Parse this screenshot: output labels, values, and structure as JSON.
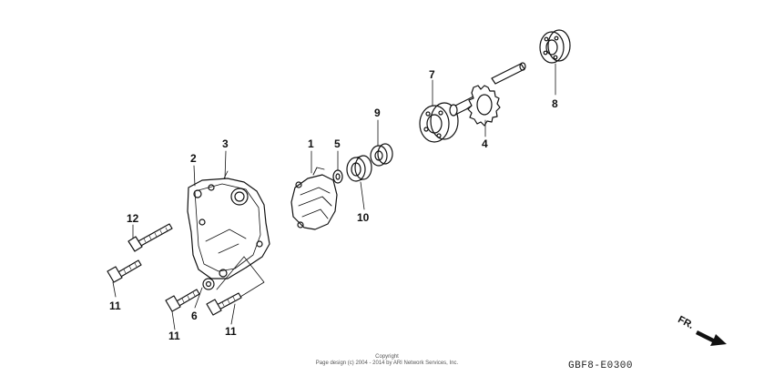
{
  "parts": [
    {
      "id": "p1",
      "label": "1"
    },
    {
      "id": "p2",
      "label": "2"
    },
    {
      "id": "p3",
      "label": "3"
    },
    {
      "id": "p4",
      "label": "4"
    },
    {
      "id": "p5",
      "label": "5"
    },
    {
      "id": "p6",
      "label": "6"
    },
    {
      "id": "p7",
      "label": "7"
    },
    {
      "id": "p8",
      "label": "8"
    },
    {
      "id": "p9",
      "label": "9"
    },
    {
      "id": "p10",
      "label": "10"
    },
    {
      "id": "p11a",
      "label": "11"
    },
    {
      "id": "p11b",
      "label": "11"
    },
    {
      "id": "p11c",
      "label": "11"
    },
    {
      "id": "p12",
      "label": "12"
    }
  ],
  "copyright": {
    "line1": "Copyright",
    "line2": "Page design (c) 2004 - 2014 by ARI Network Services, Inc."
  },
  "diagram_code": "GBF8-E0300",
  "direction_label": "FR."
}
